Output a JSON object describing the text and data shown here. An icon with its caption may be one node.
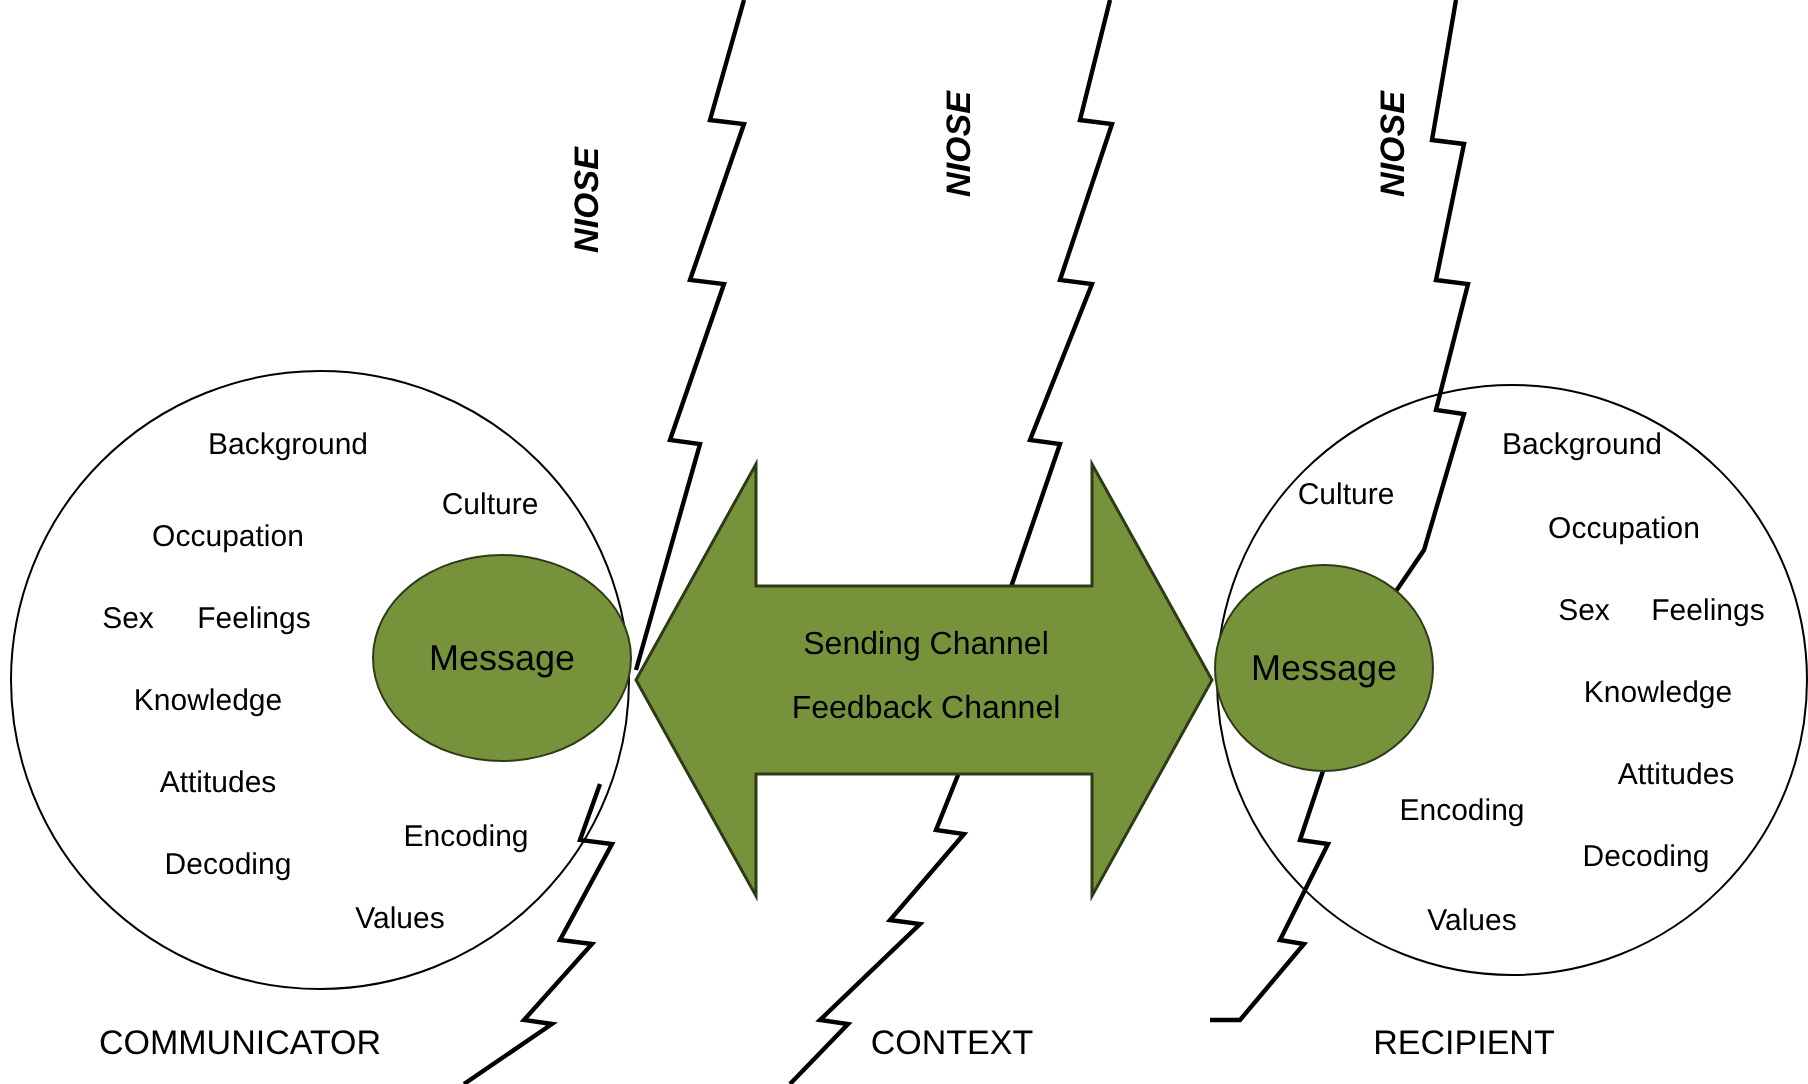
{
  "diagram": {
    "nodes": [
      {
        "text": [
          "Background",
          "Culture",
          "Occupation",
          "Sex",
          "Feelings",
          "Knowledge",
          "Attitudes",
          "Encoding",
          "Decoding",
          "Values"
        ],
        "beside": [
          "COMMUNICATOR"
        ]
      },
      {
        "text": [
          "Message"
        ],
        "in": 0
      },
      {
        "text": [
          "Culture",
          "Background",
          "Occupation",
          "Sex",
          "Feelings",
          "Knowledge",
          "Attitudes",
          "Encoding",
          "Decoding",
          "Values"
        ],
        "beside": [
          "RECIPIENT"
        ]
      },
      {
        "text": [
          "Message"
        ],
        "in": 2
      }
    ],
    "edges": [
      {
        "from": 1,
        "to": 3,
        "arrow": "both"
      }
    ],
    "labels": [
      "NIOSE",
      "NIOSE",
      "NIOSE",
      "Sending Channel",
      "Feedback Channel",
      "CONTEXT"
    ]
  }
}
